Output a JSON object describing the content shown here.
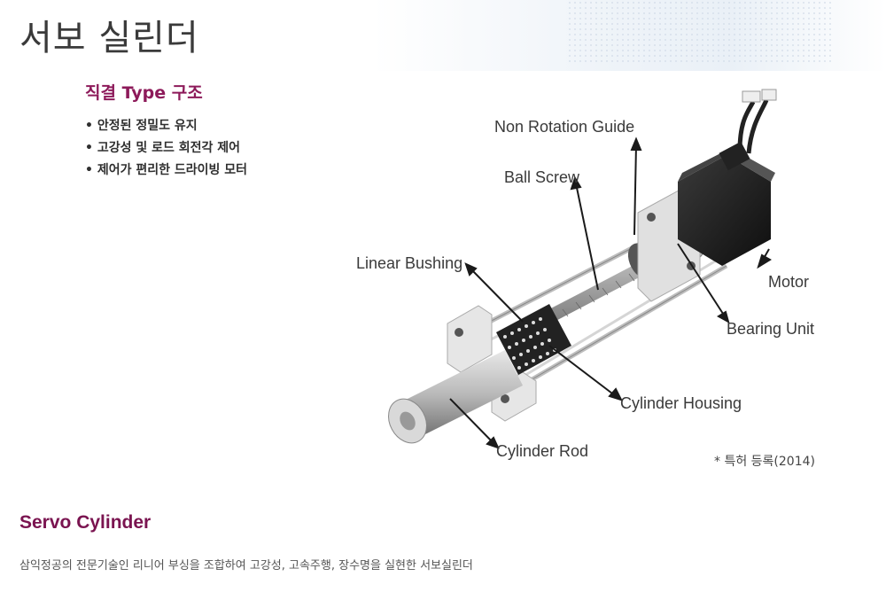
{
  "page": {
    "title": "서보 실린더"
  },
  "intro": {
    "section_title": "직결 Type 구조",
    "bullets": [
      "안정된 정밀도 유지",
      "고강성 및 로드 회전각 제어",
      "제어가 편리한 드라이빙 모터"
    ]
  },
  "diagram": {
    "labels": {
      "non_rotation_guide": "Non Rotation Guide",
      "ball_screw": "Ball Screw",
      "linear_bushing": "Linear Bushing",
      "motor": "Motor",
      "bearing_unit": "Bearing Unit",
      "cylinder_housing": "Cylinder Housing",
      "cylinder_rod": "Cylinder Rod"
    },
    "patent_note": "* 특허 등록(2014)"
  },
  "product": {
    "name": "Servo Cylinder",
    "description": "삼익정공의 전문기술인 리니어 부싱을 조합하여 고강성, 고속주행, 장수명을 실현한 서보실린더"
  }
}
